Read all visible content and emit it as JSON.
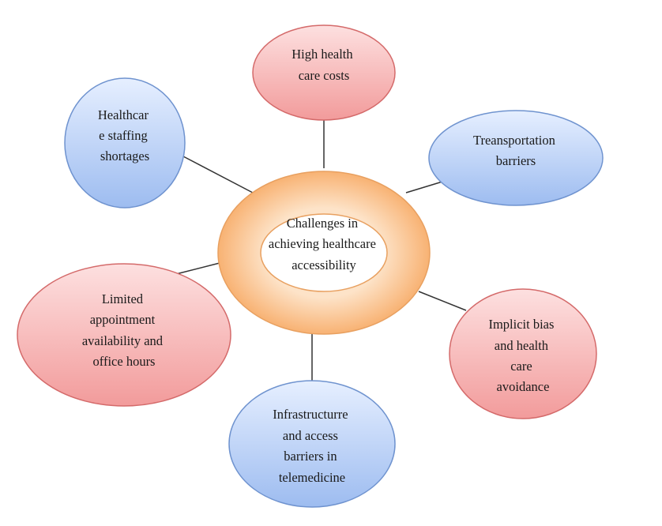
{
  "center": {
    "lines": [
      "Challenges in",
      "achieving healthcare",
      "accessibility"
    ]
  },
  "nodes": [
    {
      "id": "high-costs",
      "lines": [
        "High health",
        "care costs"
      ],
      "color": "red"
    },
    {
      "id": "transportation",
      "lines": [
        "Treansportation",
        "barriers"
      ],
      "color": "blue"
    },
    {
      "id": "implicit-bias",
      "lines": [
        "Implicit bias",
        "and health",
        "care",
        "avoidance"
      ],
      "color": "red"
    },
    {
      "id": "infrastructure",
      "lines": [
        "Infrastructurre",
        "and access",
        "barriers in",
        "telemedicine"
      ],
      "color": "blue"
    },
    {
      "id": "limited-appointments",
      "lines": [
        "Limited",
        "appointment",
        "availability and",
        "office hours"
      ],
      "color": "red"
    },
    {
      "id": "staffing",
      "lines": [
        "Healthcar",
        "e staffing",
        "shortages"
      ],
      "color": "blue"
    }
  ],
  "colors": {
    "red_fill_top": "#fde0e0",
    "red_fill_bottom": "#f29b9b",
    "red_stroke": "#d46a6a",
    "blue_fill_top": "#e6efff",
    "blue_fill_bottom": "#9dbcf0",
    "blue_stroke": "#6f93cf",
    "ring_fill_inner": "#fde3c8",
    "ring_fill_outer": "#f8b273",
    "ring_stroke": "#e8a060",
    "connector": "#333333"
  }
}
